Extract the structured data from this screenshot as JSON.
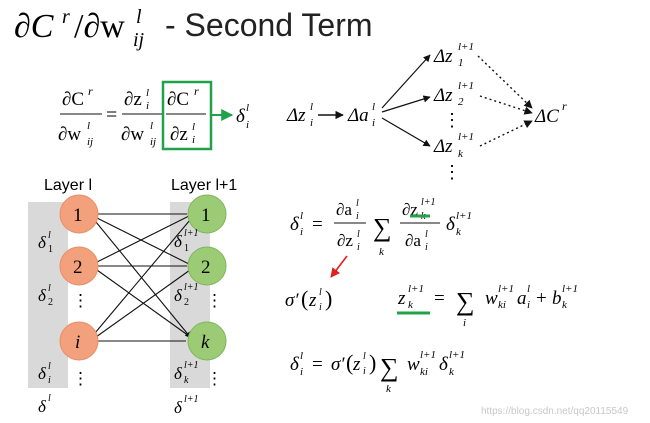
{
  "title": {
    "math": "∂C^r/∂w_ij^l",
    "suffix": "- Second Term"
  },
  "chain_rule": {
    "lhs_num": "∂C^r",
    "lhs_den": "∂w_ij^l",
    "mid_num": "∂z_i^l",
    "mid_den": "∂w_ij^l",
    "box_num": "∂C^r",
    "box_den": "∂z_i^l",
    "result": "δ_i^l",
    "box_color": "#21a24a"
  },
  "dependency_graph": {
    "start": "Δz_i^l",
    "middle": "Δa_i^l",
    "branches": [
      "Δz_1^(l+1)",
      "Δz_2^(l+1)",
      "Δz_k^(l+1)"
    ],
    "target": "ΔC^r",
    "dots": "⋮"
  },
  "network": {
    "layer_left_label": "Layer l",
    "layer_right_label": "Layer l+1",
    "left_nodes": [
      "1",
      "2",
      "i"
    ],
    "right_nodes": [
      "1",
      "2",
      "k"
    ],
    "left_deltas": [
      "δ_1^l",
      "δ_2^l",
      "δ_i^l"
    ],
    "right_deltas": [
      "δ_1^(l+1)",
      "δ_2^(l+1)",
      "δ_k^(l+1)"
    ],
    "left_vector": "δ^l",
    "right_vector": "δ^(l+1)",
    "left_node_color": "#f3a07d",
    "right_node_color": "#9ccb76",
    "panel_color": "#d9d9d9"
  },
  "equations": {
    "delta_sum": "δ_i^l = (∂a_i^l/∂z_i^l) Σ_k (∂z_k^(l+1)/∂a_i^l) δ_k^(l+1)",
    "sigma_prime": "σ'(z_i^l)",
    "z_def": "z_k^(l+1) = Σ_i w_ki^(l+1) a_i^l + b_k^(l+1)",
    "delta_final": "δ_i^l = σ'(z_i^l) Σ_k w_ki^(l+1) δ_k^(l+1)",
    "underline_color": "#21a24a",
    "arrow_color": "#e02020"
  },
  "watermark": "https://blog.csdn.net/qq20115549"
}
